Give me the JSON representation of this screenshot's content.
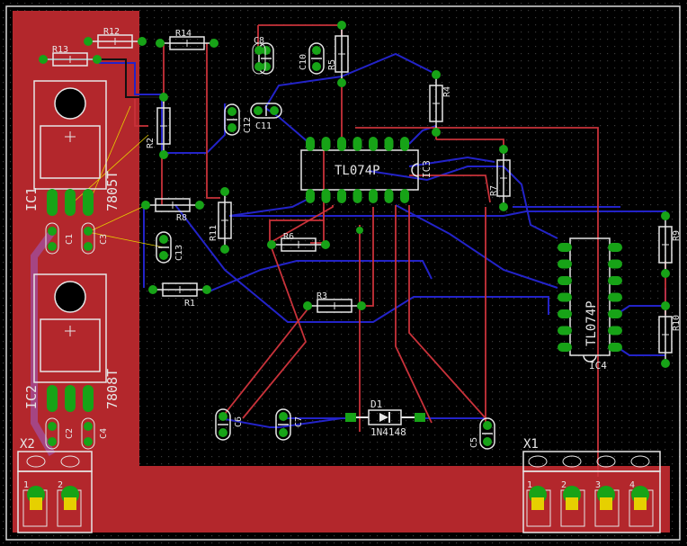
{
  "colors": {
    "background": "#000000",
    "dot": "#3a3a3a",
    "outline": "#d8d8d8",
    "copper_top": "#b3272c",
    "copper_trace": "#c8323a",
    "trace_bottom": "#2323c8",
    "pad": "#17a317",
    "pad_hole": "#0a3d0a",
    "yellow": "#e6d000",
    "silk": "#e6e6e6",
    "purple": "#a050a0"
  },
  "regulators": [
    {
      "ref": "IC1",
      "value": "7805T"
    },
    {
      "ref": "IC2",
      "value": "7808T"
    }
  ],
  "opamps": [
    {
      "ref": "IC3",
      "value": "TL074P"
    },
    {
      "ref": "IC4",
      "value": "TL074P"
    }
  ],
  "diode": {
    "ref": "D1",
    "value": "1N4148"
  },
  "terminals": [
    {
      "ref": "X2",
      "pins": [
        "1",
        "2"
      ]
    },
    {
      "ref": "X1",
      "pins": [
        "1",
        "2",
        "3",
        "4"
      ]
    }
  ],
  "resistors": [
    "R1",
    "R2",
    "R3",
    "R4",
    "R5",
    "R6",
    "R7",
    "R8",
    "R9",
    "R10",
    "R11",
    "R12",
    "R13",
    "R14"
  ],
  "capacitors": [
    "C1",
    "C2",
    "C3",
    "C4",
    "C5",
    "C6",
    "C7",
    "C8",
    "C10",
    "C11",
    "C12",
    "C13"
  ]
}
